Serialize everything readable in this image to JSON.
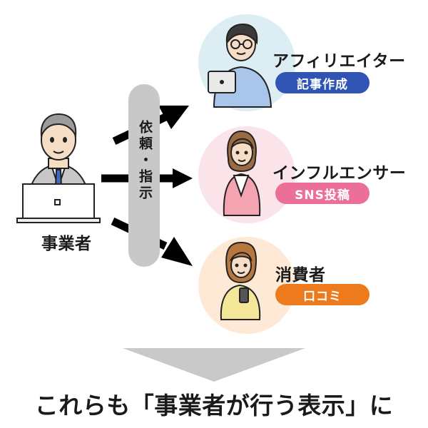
{
  "business": {
    "label": "事業者"
  },
  "middle": {
    "label": "依頼・指示"
  },
  "roles": [
    {
      "name": "アフィリエイター",
      "tag": "記事作成",
      "tag_color": "#2f54b4",
      "circle_color": "#dcedf3"
    },
    {
      "name": "インフルエンサー",
      "tag": "SNS投稿",
      "tag_color": "#ec6f97",
      "circle_color": "#fbe3ea"
    },
    {
      "name": "消費者",
      "tag": "口コミ",
      "tag_color": "#ee7a1e",
      "circle_color": "#fde9d6"
    }
  ],
  "conclusion": "これらも「事業者が行う表示」に"
}
